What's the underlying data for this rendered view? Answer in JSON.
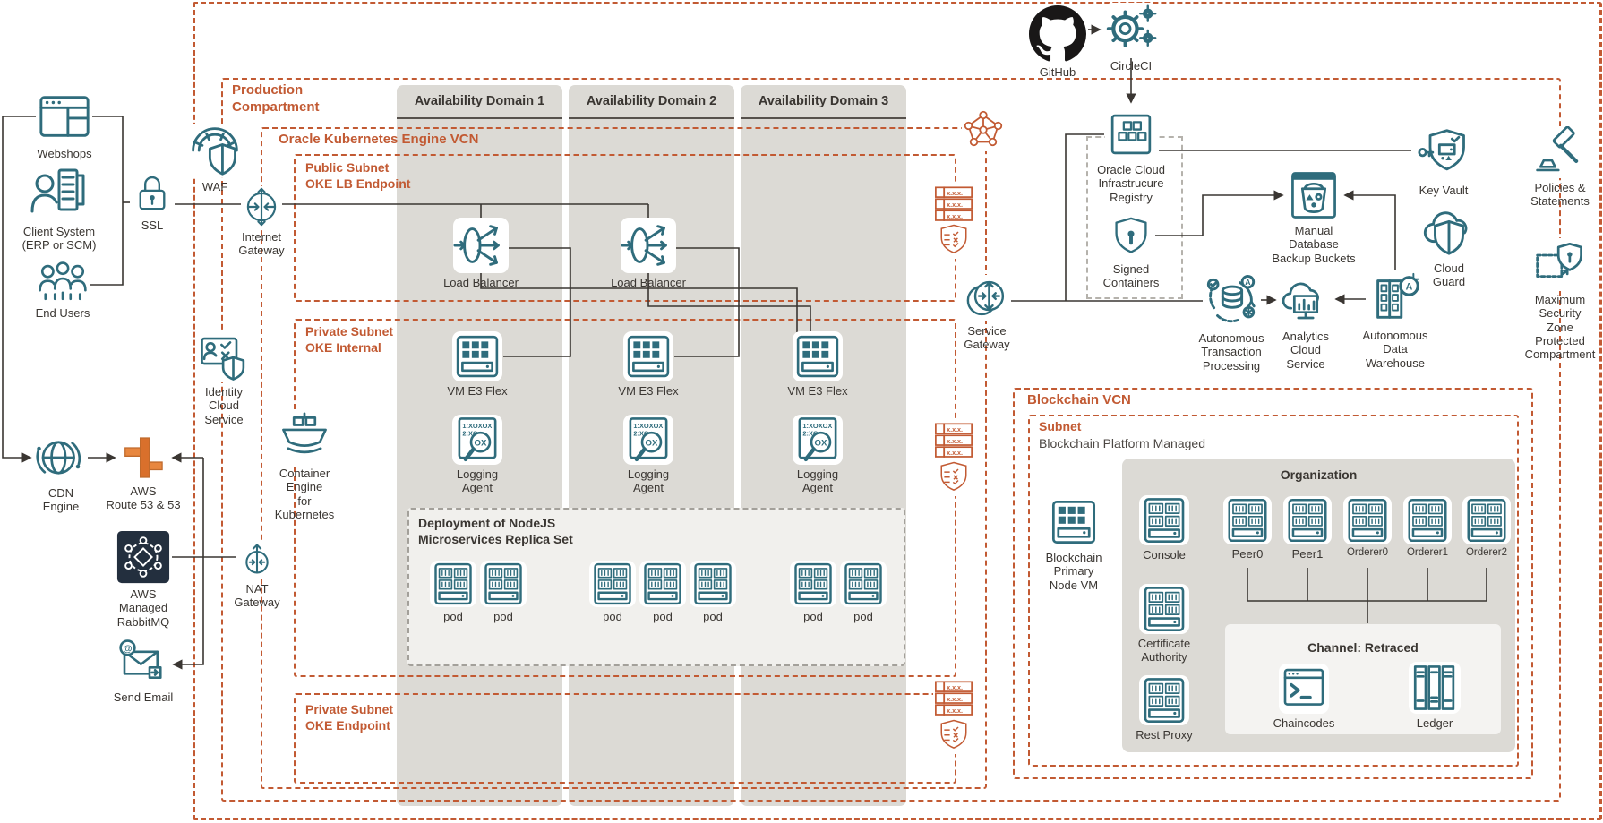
{
  "colors": {
    "accent_orange": "#c25a33",
    "icon_teal": "#2f6c7c",
    "text_dark": "#3a3632",
    "aws_orange": "#e8873f",
    "aws_navy": "#232f3e",
    "github_black": "#191717",
    "ad_gray": "#dcdad5",
    "panel_light": "#f1f0ed"
  },
  "icon_text": {
    "route_table": "x.x.x.",
    "logging_line1": "1:XOXOX",
    "logging_line2": "2:XO",
    "logging_glass": "OX",
    "at_sign": "@",
    "badge_a": "A",
    "prompt": ">"
  },
  "sections": {
    "production": "Production\nCompartment",
    "oke_vcn": "Oracle Kubernetes Engine VCN",
    "public_subnet": "Public Subnet\nOKE LB Endpoint",
    "private_subnet_internal": "Private Subnet\nOKE Internal",
    "private_subnet_endpoint": "Private Subnet\nOKE Endpoint",
    "availability_domains": [
      "Availability Domain 1",
      "Availability Domain 2",
      "Availability Domain 3"
    ],
    "deployment": "Deployment of NodeJS\nMicroservices Replica Set",
    "blockchain_vcn": "Blockchain VCN",
    "blockchain_subnet": "Subnet",
    "blockchain_subnet_sub": "Blockchain Platform Managed",
    "organization": "Organization",
    "channel": "Channel: Retraced"
  },
  "labels": {
    "webshops": "Webshops",
    "client_system": "Client System\n(ERP or SCM)",
    "end_users": "End Users",
    "ssl": "SSL",
    "waf": "WAF",
    "internet_gateway": "Internet\nGateway",
    "identity_cloud_service": "Identity\nCloud\nService",
    "cdn_engine": "CDN\nEngine",
    "aws_route53": "AWS\nRoute 53 & 53",
    "aws_rabbitmq": "AWS\nManaged\nRabbitMQ",
    "send_email": "Send Email",
    "nat_gateway": "NAT\nGateway",
    "load_balancer": "Load Balancer",
    "vm_e3_flex": "VM E3 Flex",
    "logging_agent": "Logging\nAgent",
    "container_engine": "Container\nEngine\nfor\nKubernetes",
    "pod": "pod",
    "service_gateway": "Service\nGateway",
    "github": "GitHub",
    "circleci": "CircleCI",
    "ocir": "Oracle Cloud\nInfrastrucure\nRegistry",
    "signed_containers": "Signed\nContainers",
    "key_vault": "Key Vault",
    "cloud_guard": "Cloud\nGuard",
    "policies": "Policies &\nStatements",
    "max_security": "Maximum\nSecurity\nZone\nProtected\nCompartment",
    "backup_buckets": "Manual\nDatabase\nBackup Buckets",
    "atp": "Autonomous\nTransaction\nProcessing",
    "analytics": "Analytics\nCloud\nService",
    "adw": "Autonomous\nData\nWarehouse",
    "blockchain_primary": "Blockchain\nPrimary\nNode VM",
    "console": "Console",
    "peer0": "Peer0",
    "peer1": "Peer1",
    "orderer0": "Orderer0",
    "orderer1": "Orderer1",
    "orderer2": "Orderer2",
    "certificate_authority": "Certificate\nAuthority",
    "rest_proxy": "Rest Proxy",
    "chaincodes": "Chaincodes",
    "ledger": "Ledger"
  }
}
